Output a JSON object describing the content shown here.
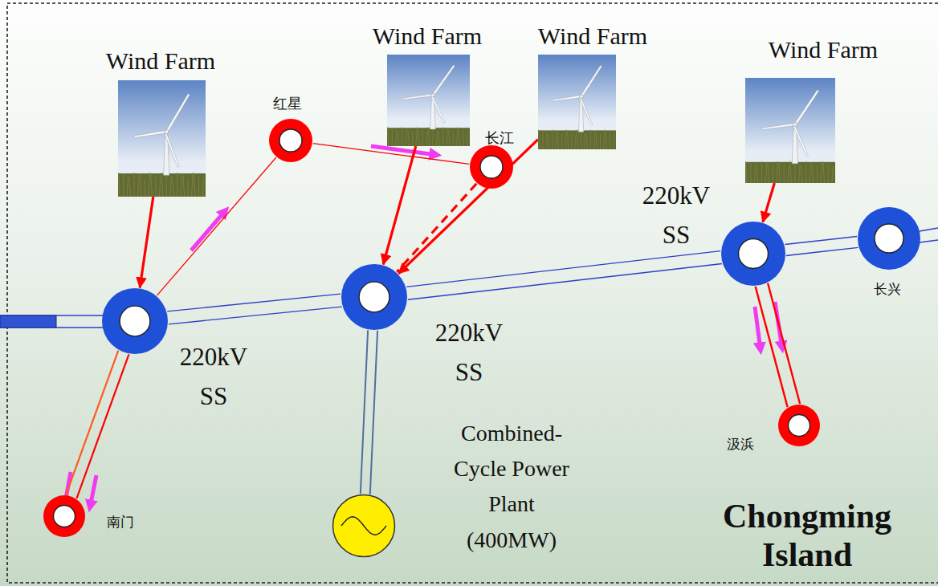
{
  "diagram": {
    "nodes": [
      {
        "text": [
          "Wind Farm"
        ]
      },
      {
        "text": [
          "Wind Farm"
        ]
      },
      {
        "text": [
          "Wind Farm"
        ]
      },
      {
        "text": [
          "Wind Farm"
        ]
      },
      {
        "text": [
          "红星"
        ]
      },
      {
        "text": [
          "长江"
        ]
      },
      {
        "text": [
          "220kV SS"
        ]
      },
      {
        "text": [
          "长兴"
        ]
      },
      {
        "text": [
          "220kV SS"
        ]
      },
      {
        "text": [
          "220kV SS"
        ]
      },
      {
        "text": [
          "南门"
        ]
      },
      {
        "text": [
          "Combined-Cycle Power Plant (400MW)"
        ]
      },
      {
        "text": [
          "汲浜"
        ]
      }
    ],
    "edges": [
      {
        "from": 0,
        "to": 8,
        "arrow": "to"
      },
      {
        "from": 1,
        "to": 9,
        "arrow": "to"
      },
      {
        "from": 2,
        "to": 9,
        "arrow": "to"
      },
      {
        "from": 5,
        "to": 9,
        "arrow": "none"
      },
      {
        "from": 3,
        "to": 6,
        "arrow": "to"
      },
      {
        "from": 8,
        "to": 4,
        "arrow": "none"
      },
      {
        "from": 4,
        "to": 5,
        "arrow": "none"
      },
      {
        "from": 8,
        "to": 9,
        "arrow": "none"
      },
      {
        "from": 8,
        "to": 9,
        "arrow": "none"
      },
      {
        "from": 9,
        "to": 6,
        "arrow": "none"
      },
      {
        "from": 9,
        "to": 6,
        "arrow": "none"
      },
      {
        "from": 6,
        "to": 7,
        "arrow": "none"
      },
      {
        "from": 6,
        "to": 7,
        "arrow": "none"
      },
      {
        "from": 8,
        "to": 10,
        "arrow": "none"
      },
      {
        "from": 8,
        "to": 10,
        "arrow": "none"
      },
      {
        "from": 9,
        "to": 11,
        "arrow": "none"
      },
      {
        "from": 9,
        "to": 11,
        "arrow": "none"
      },
      {
        "from": 6,
        "to": 12,
        "arrow": "none"
      },
      {
        "from": 6,
        "to": 12,
        "arrow": "none"
      }
    ],
    "labels": [
      "Chongming Island"
    ]
  }
}
